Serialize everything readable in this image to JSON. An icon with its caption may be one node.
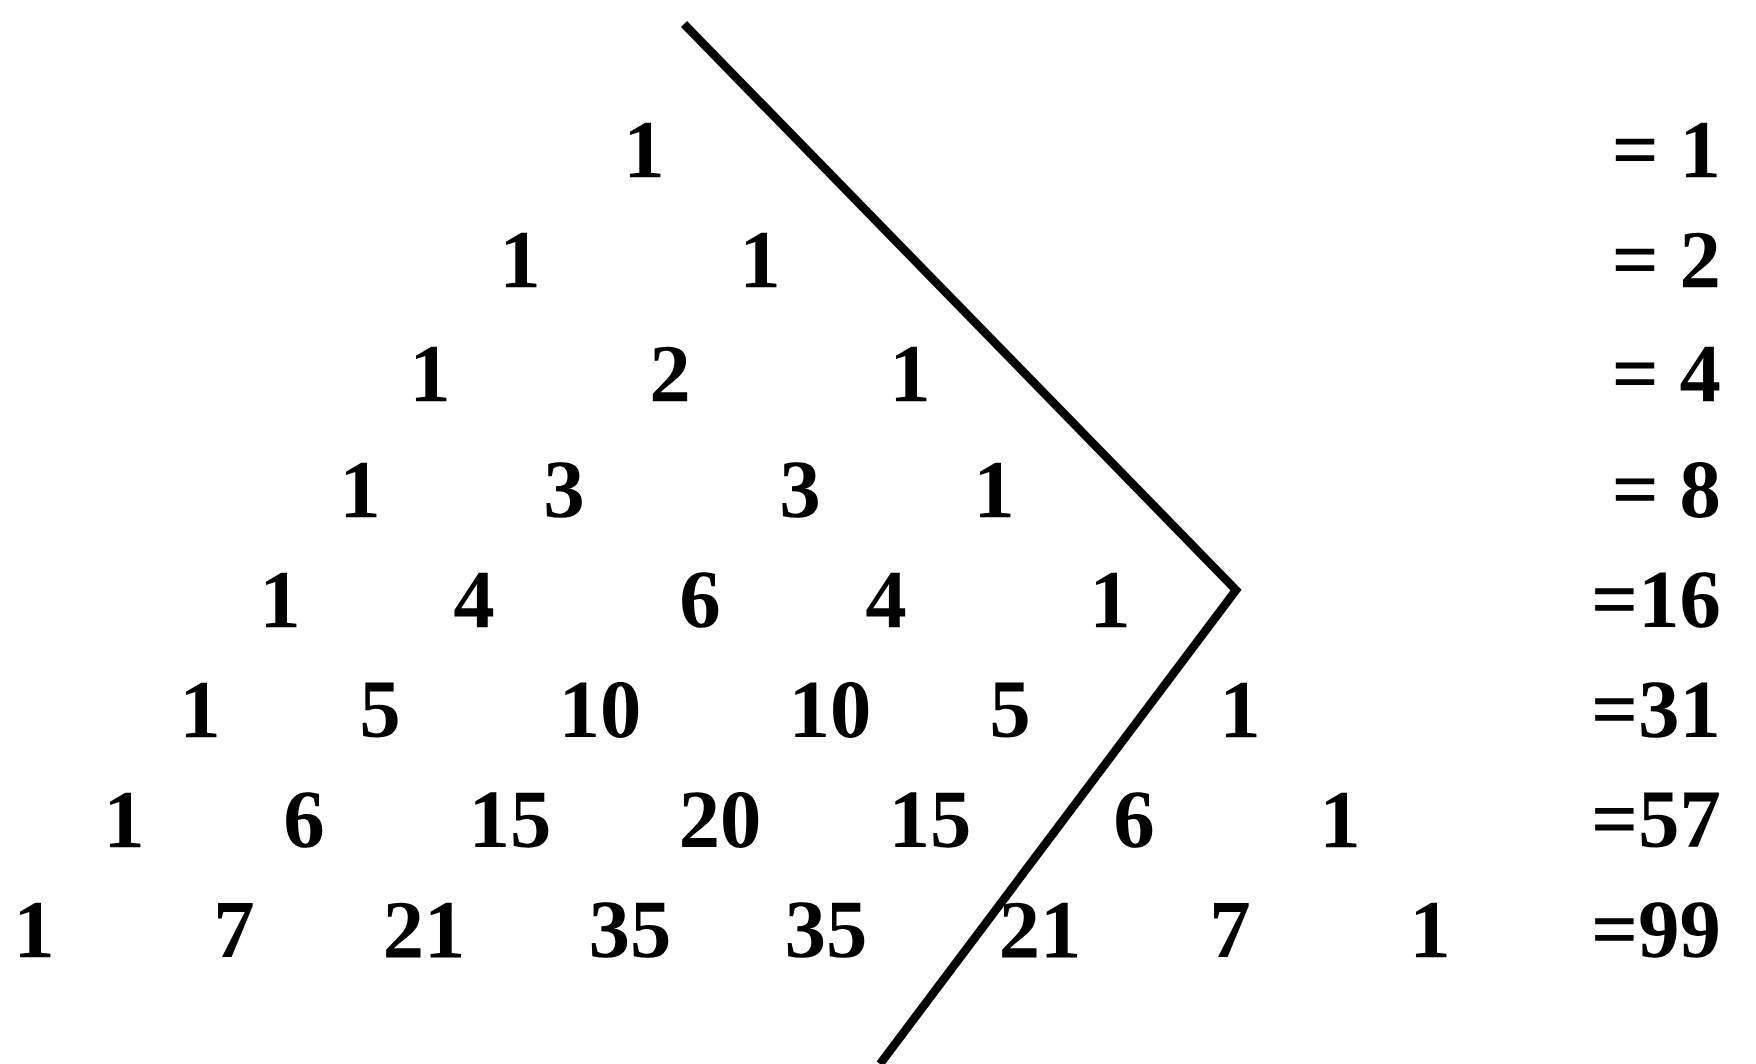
{
  "diagram": {
    "labels": [
      "1",
      "= 1",
      "1",
      "1",
      "= 2",
      "1",
      "2",
      "1",
      "= 4",
      "1",
      "3",
      "3",
      "1",
      "= 8",
      "1",
      "4",
      "6",
      "4",
      "1",
      "=16",
      "1",
      "5",
      "10",
      "10",
      "5",
      "1",
      "=31",
      "1",
      "6",
      "15",
      "20",
      "15",
      "6",
      "1",
      "=57",
      "1",
      "7",
      "21",
      "35",
      "35",
      "21",
      "7",
      "1",
      "=99"
    ]
  }
}
